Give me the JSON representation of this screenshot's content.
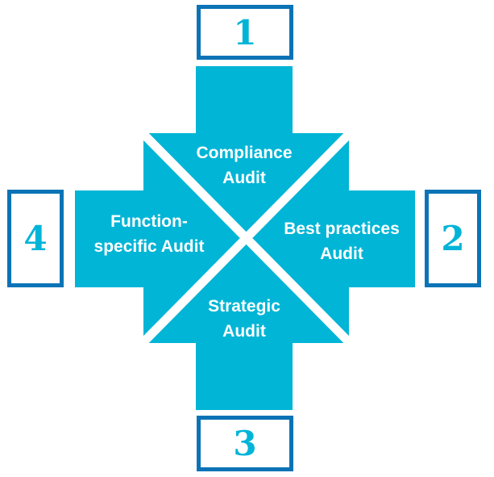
{
  "colors": {
    "fill": "#00b5d6",
    "border": "#0b73b6",
    "number": "#00b4d8"
  },
  "steps": [
    {
      "number": "1",
      "line1": "Compliance",
      "line2": "Audit"
    },
    {
      "number": "2",
      "line1": "Best practices",
      "line2": "Audit"
    },
    {
      "number": "3",
      "line1": "Strategic",
      "line2": "Audit"
    },
    {
      "number": "4",
      "line1": "Function-",
      "line2": "specific Audit"
    }
  ]
}
